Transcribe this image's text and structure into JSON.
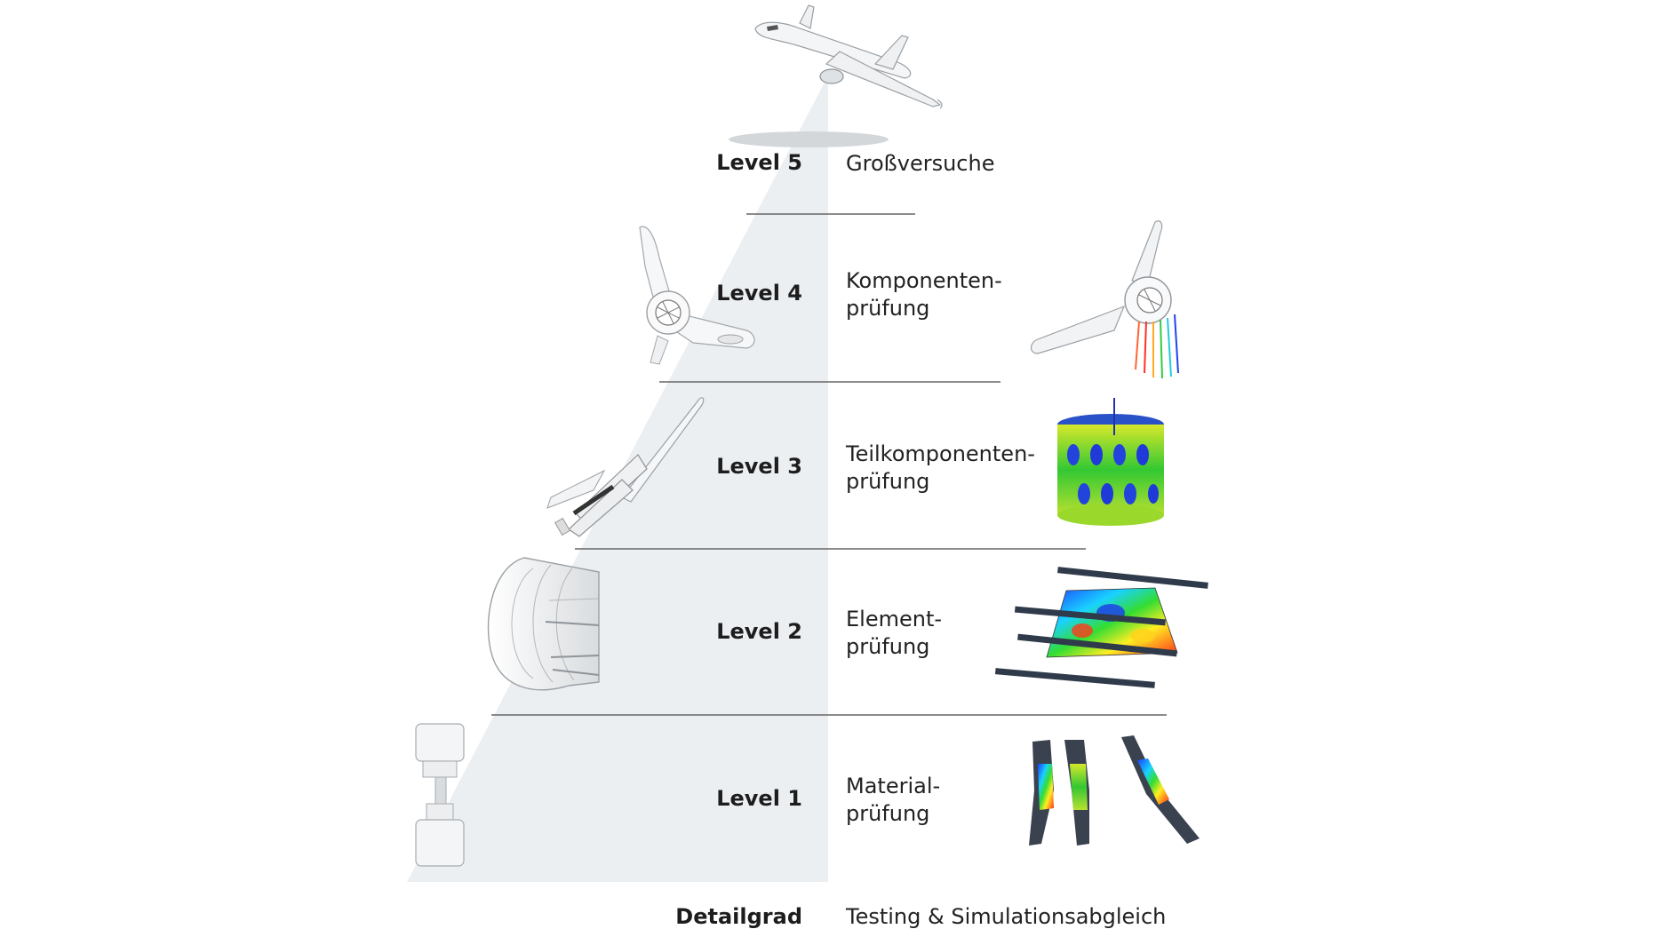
{
  "levels": [
    {
      "label": "Level 5",
      "line1": "Großversuche",
      "line2": ""
    },
    {
      "label": "Level 4",
      "line1": "Komponenten-",
      "line2": "prüfung"
    },
    {
      "label": "Level 3",
      "line1": "Teilkomponenten-",
      "line2": "prüfung"
    },
    {
      "label": "Level 2",
      "line1": "Element-",
      "line2": "prüfung"
    },
    {
      "label": "Level 1",
      "line1": "Material-",
      "line2": "prüfung"
    }
  ],
  "footer": {
    "left": "Detailgrad",
    "right": "Testing & Simulationsabgleich"
  },
  "icons": {
    "level5": "airplane-icon",
    "level4_left": "helicopter-rotor-icon",
    "level4_right": "helicopter-rotor-simulation-icon",
    "level3_left": "rocket-icon",
    "level3_right": "cylinder-buckling-simulation-icon",
    "level2_left": "fuselage-barrel-icon",
    "level2_right": "panel-simulation-icon",
    "level1_left": "testing-machine-icon",
    "level1_right": "specimen-simulation-icon"
  },
  "colors": {
    "pyramid_fill": "#eceff2",
    "divider": "#666666",
    "text": "#1d1d1d"
  }
}
